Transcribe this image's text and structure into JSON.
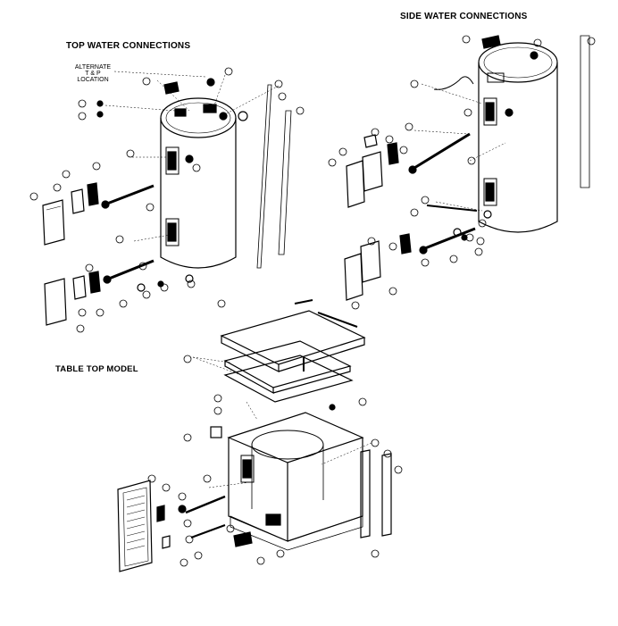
{
  "headings": {
    "top_water": "TOP WATER CONNECTIONS",
    "side_water": "SIDE WATER CONNECTIONS",
    "table_top": "TABLE TOP  MODEL"
  },
  "notes": {
    "tp_location_line1": "ALTERNATE",
    "tp_location_line2": "T & P",
    "tp_location_line3": "LOCATION"
  },
  "colors": {
    "ink": "#000000",
    "paper": "#ffffff"
  }
}
